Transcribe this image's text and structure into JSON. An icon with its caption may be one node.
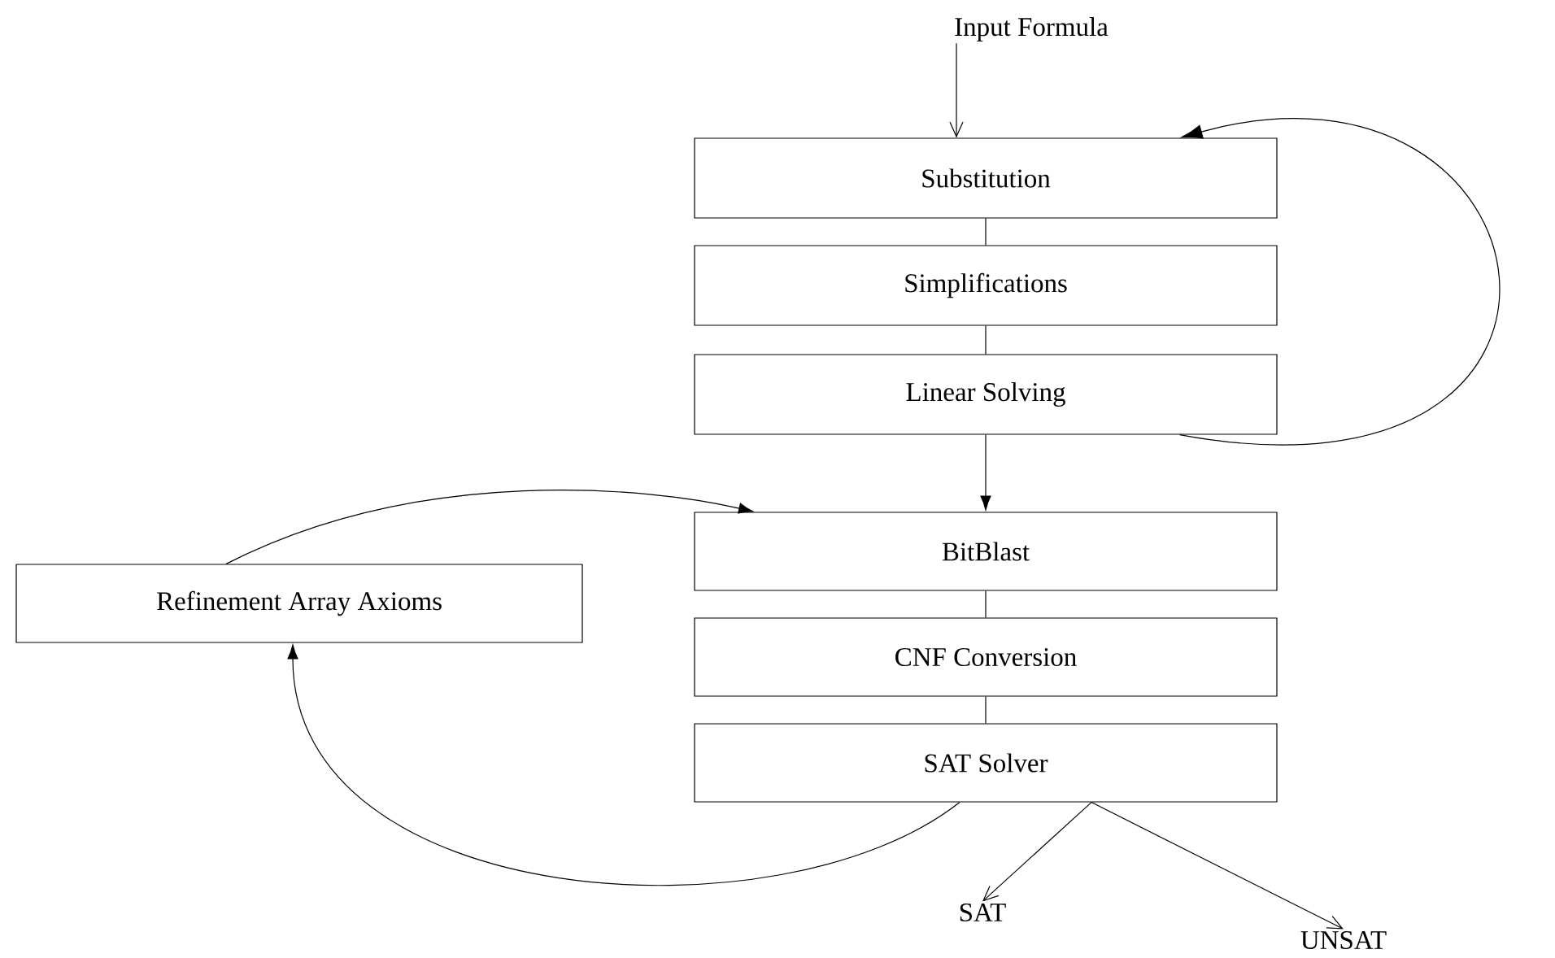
{
  "diagram": {
    "nodes": [
      {
        "text": [
          "Input Formula"
        ]
      },
      {
        "text": [
          "Substitution"
        ]
      },
      {
        "text": [
          "Simplifications"
        ]
      },
      {
        "text": [
          "Linear Solving"
        ]
      },
      {
        "text": [
          "BitBlast"
        ]
      },
      {
        "text": [
          "CNF Conversion"
        ]
      },
      {
        "text": [
          "SAT Solver"
        ]
      },
      {
        "text": [
          "Refinement Array Axioms"
        ]
      },
      {
        "text": [
          "SAT"
        ]
      },
      {
        "text": [
          "UNSAT"
        ]
      }
    ],
    "edges": [
      {
        "from": 0,
        "to": 1,
        "arrow": "to"
      },
      {
        "from": 1,
        "to": 2,
        "arrow": "none"
      },
      {
        "from": 2,
        "to": 3,
        "arrow": "none"
      },
      {
        "from": 3,
        "to": 1,
        "arrow": "to"
      },
      {
        "from": 3,
        "to": 4,
        "arrow": "to"
      },
      {
        "from": 4,
        "to": 5,
        "arrow": "none"
      },
      {
        "from": 5,
        "to": 6,
        "arrow": "none"
      },
      {
        "from": 6,
        "to": 7,
        "arrow": "to"
      },
      {
        "from": 7,
        "to": 4,
        "arrow": "to"
      },
      {
        "from": 6,
        "to": 8,
        "arrow": "to"
      },
      {
        "from": 6,
        "to": 9,
        "arrow": "to"
      }
    ]
  }
}
